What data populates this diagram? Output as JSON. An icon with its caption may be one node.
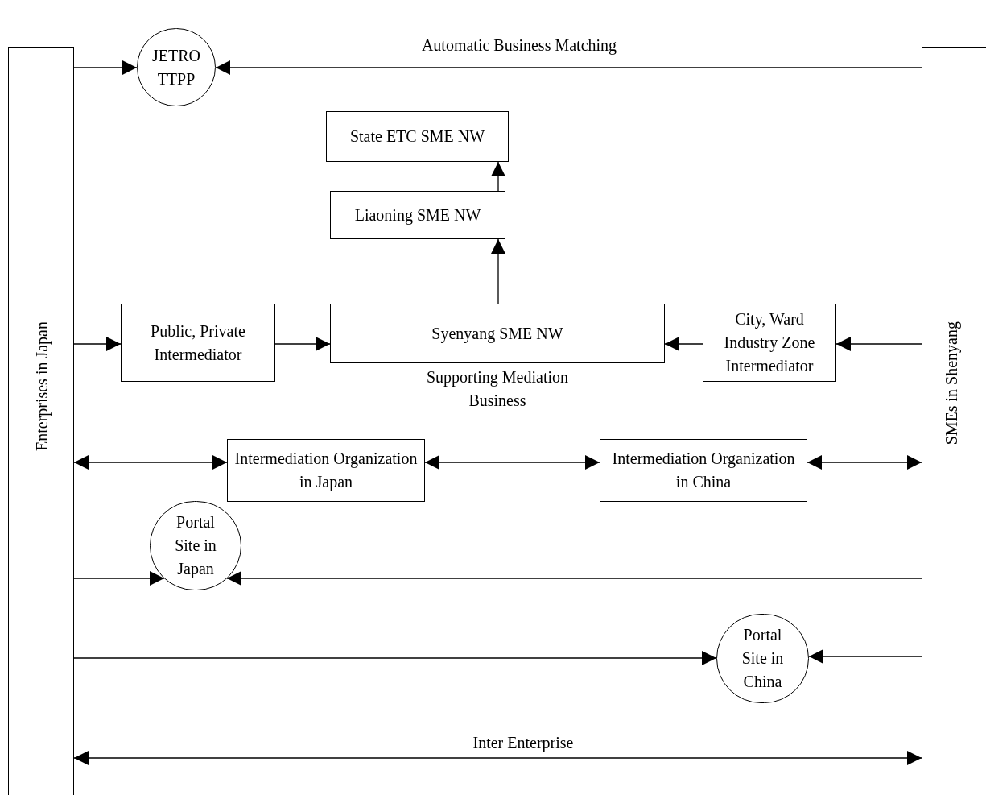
{
  "diagram": {
    "nodes": [
      {
        "text": [
          "Enterprises in Japan"
        ]
      },
      {
        "text": [
          "SMEs in Shenyang"
        ]
      },
      {
        "text": [
          "JETRO TTPP"
        ]
      },
      {
        "text": [
          "State ETC SME NW"
        ]
      },
      {
        "text": [
          "Liaoning SME NW"
        ]
      },
      {
        "text": [
          "Public, Private Intermediator"
        ]
      },
      {
        "text": [
          "Syenyang SME NW"
        ],
        "beside": [
          "Supporting Mediation Business"
        ]
      },
      {
        "text": [
          "City, Ward Industry Zone Intermediator"
        ]
      },
      {
        "text": [
          "Intermediation Organization in Japan"
        ]
      },
      {
        "text": [
          "Intermediation Organization in China"
        ]
      },
      {
        "text": [
          "Portal Site in Japan"
        ]
      },
      {
        "text": [
          "Portal Site in China"
        ]
      }
    ],
    "edges": [
      {
        "from": 0,
        "to": 2,
        "arrow": "to"
      },
      {
        "from": 1,
        "to": 2,
        "arrow": "to",
        "label": "Automatic Business Matching"
      },
      {
        "from": 4,
        "to": 3,
        "arrow": "to"
      },
      {
        "from": 6,
        "to": 4,
        "arrow": "to"
      },
      {
        "from": 0,
        "to": 5,
        "arrow": "to"
      },
      {
        "from": 5,
        "to": 6,
        "arrow": "to"
      },
      {
        "from": 7,
        "to": 6,
        "arrow": "to"
      },
      {
        "from": 1,
        "to": 7,
        "arrow": "to"
      },
      {
        "from": 0,
        "to": 8,
        "arrow": "both"
      },
      {
        "from": 8,
        "to": 9,
        "arrow": "both"
      },
      {
        "from": 9,
        "to": 1,
        "arrow": "both"
      },
      {
        "from": 0,
        "to": 10,
        "arrow": "to"
      },
      {
        "from": 1,
        "to": 10,
        "arrow": "to"
      },
      {
        "from": 0,
        "to": 11,
        "arrow": "to"
      },
      {
        "from": 1,
        "to": 11,
        "arrow": "to"
      },
      {
        "from": 0,
        "to": 1,
        "arrow": "both",
        "label": "Inter Enterprise"
      }
    ]
  }
}
